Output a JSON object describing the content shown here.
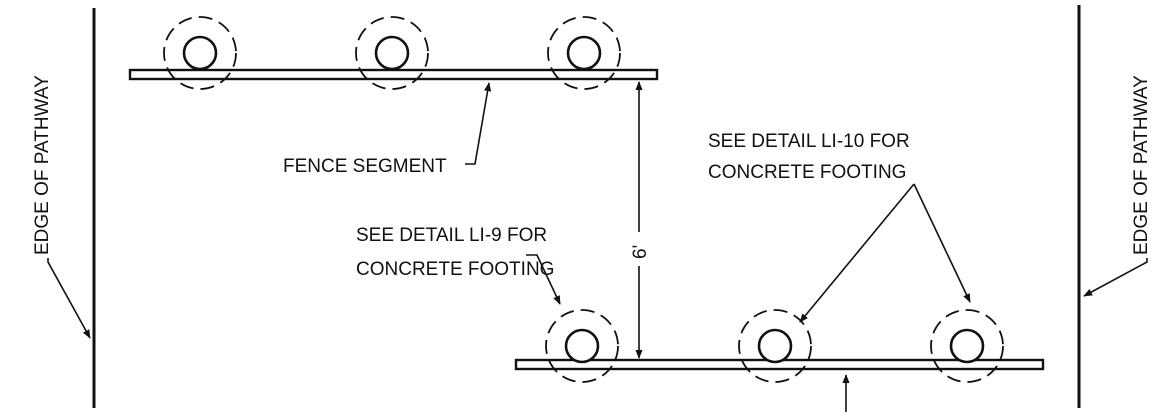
{
  "labels": {
    "edge_left": "EDGE OF  PATHWAY",
    "edge_right": "EDGE OF  PATHWAY",
    "fence_segment": "FENCE SEGMENT",
    "dimension": "6'",
    "detail_li10_line1": "SEE DETAIL LI-10 FOR",
    "detail_li10_line2": "CONCRETE FOOTING",
    "detail_li9_line1": "SEE DETAIL LI-9 FOR",
    "detail_li9_line2": "CONCRETE FOOTING"
  },
  "colors": {
    "ink": "#111111",
    "background": "#ffffff"
  }
}
